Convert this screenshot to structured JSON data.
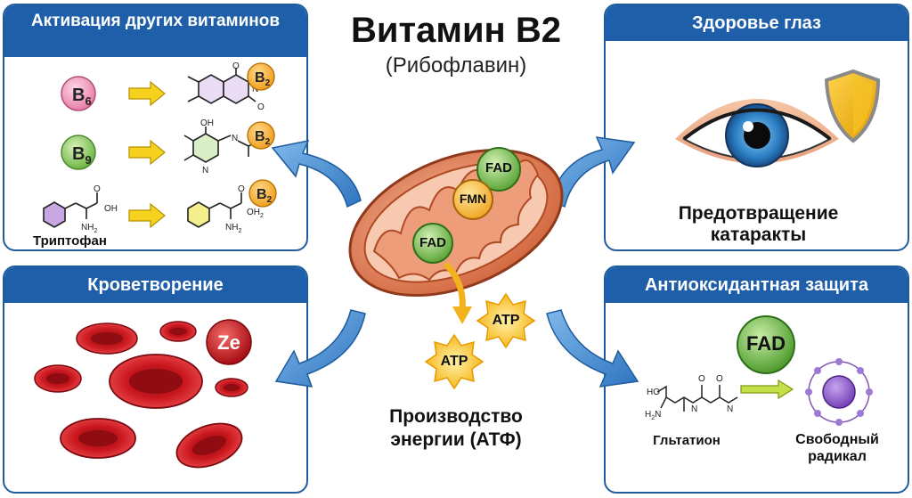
{
  "title": "Витамин В2",
  "subtitle": "(Рибофлавин)",
  "panels": {
    "activation": {
      "heading": "Активация других витаминов",
      "b6_main": "B",
      "b6_sub": "6",
      "b9_main": "B",
      "b9_sub": "9",
      "b2_main": "B",
      "b2_sub": "2",
      "tryptophan": "Триптофан",
      "atoms": {
        "oh": "OH",
        "nh2": "NH",
        "nh2_sub": "2",
        "n": "N",
        "h": "H",
        "o": "O",
        "oh2": "OH",
        "oh2_sub": "2"
      }
    },
    "hematopoiesis": {
      "heading": "Кроветворение",
      "badge": "Ze"
    },
    "eye": {
      "heading": "Здоровье глаз",
      "caption_line1": "Предотвращение",
      "caption_line2": "катаракты"
    },
    "antioxidant": {
      "heading": "Антиоксидантная защита",
      "fad": "FAD",
      "glutathione": "Гльтатион",
      "radical_line1": "Свободный",
      "radical_line2": "радикал",
      "atoms": {
        "ho": "HO",
        "o": "O",
        "h2n": "H",
        "h2n_sub": "2",
        "n": "N",
        "h": "H"
      }
    }
  },
  "center": {
    "fad_top": "FAD",
    "fmn": "FMN",
    "fad_bottom": "FAD",
    "atp1": "ATP",
    "atp2": "ATP",
    "caption_line1": "Производство",
    "caption_line2": "энергии (АТФ)"
  },
  "colors": {
    "panel_border": "#1f5c9e",
    "panel_header": "#1f5ea8",
    "arrow_blue": "#4a90d6",
    "coenzyme_green": "#6ab547",
    "atp_yellow": "#f7c325",
    "blood_red": "#c8161d",
    "mito_orange": "#e47f52"
  }
}
